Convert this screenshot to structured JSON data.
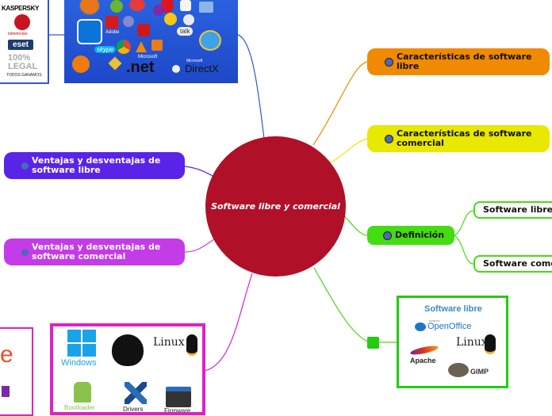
{
  "central": {
    "title": "Software libre y comercial"
  },
  "nodes": {
    "caract_libre": "Características de software libre",
    "caract_comercial": "Características de software comercial",
    "definicion": "Definición",
    "def_libre": "Software libre",
    "def_comercial": "Software comer",
    "ventajas_libre": "Ventajas y desventajas de software libre",
    "ventajas_comercial": "Ventajas y desventajas de software comercial"
  },
  "images": {
    "antivirus": {
      "kaspersky": "KASPERSKY",
      "bitdefender": "bitdefender",
      "eset": "eset",
      "legal": "100% LEGAL",
      "legal_sub": "TODOS GANAMOS"
    },
    "software_logos": {
      "adobe": "Adobe",
      "skype": "skype",
      "talk": "talk",
      "microsoft": "Microsoft",
      "net": ".net",
      "directx": "DirectX",
      "dx_brand": "Microsoft"
    },
    "software_libre": {
      "title": "Software libre",
      "openoffice": "OpenOffice",
      "openoffice_small": "Apache",
      "apache": "Apache",
      "linux": "Linux",
      "gimp": "GIMP"
    },
    "os_logos": {
      "windows": "Windows",
      "linux": "Linux",
      "bootloader": "Bootloader",
      "drivers": "Drivers",
      "firmware": "Firmware"
    },
    "partial_text": "e"
  },
  "colors": {
    "central": "#b01028",
    "orange": "#f08a00",
    "yellow": "#e8e800",
    "green": "#44dd11",
    "blue": "#5a23e8",
    "purple": "#c43be8",
    "magenta": "#e020c8",
    "branch_blue": "#3355dd"
  }
}
